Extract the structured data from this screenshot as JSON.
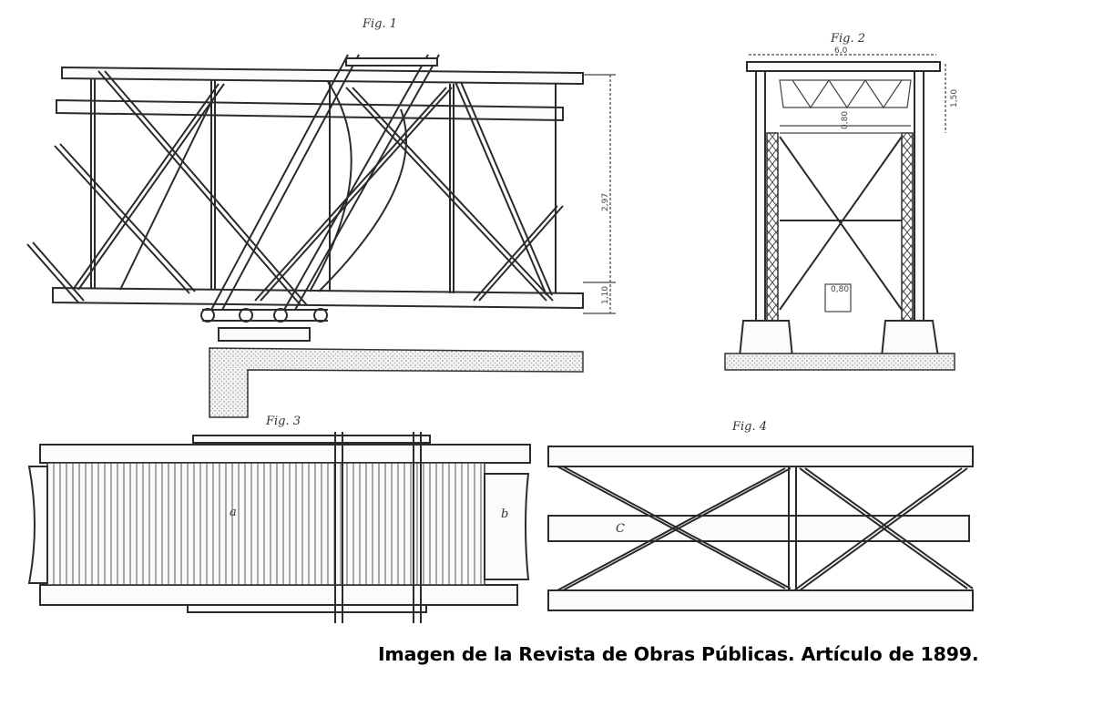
{
  "figures": {
    "fig1": {
      "label": "Fig. 1",
      "dim_height": "2,97",
      "dim_bottom": "1,10"
    },
    "fig2": {
      "label": "Fig. 2",
      "dim_width": "6,0",
      "dim_top": "1,50",
      "dim_mid": "0,80",
      "dim_low": "0,80"
    },
    "fig3": {
      "label": "Fig. 3",
      "mark_a": "a",
      "mark_b": "b"
    },
    "fig4": {
      "label": "Fig. 4",
      "mark_c": "C"
    }
  },
  "caption": "Imagen de la Revista de Obras Públicas. Artículo de 1899."
}
